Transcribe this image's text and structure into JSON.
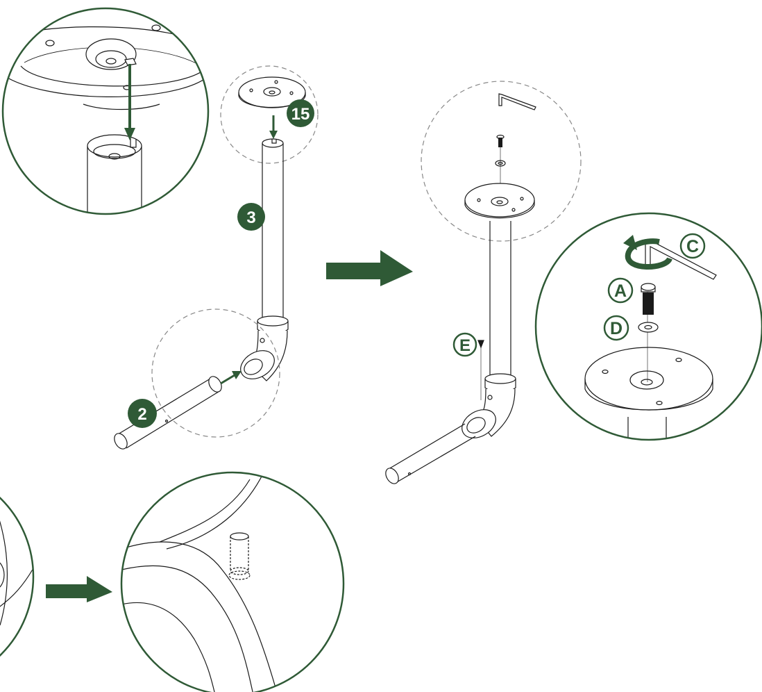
{
  "colors": {
    "accent": "#2f5a36",
    "line": "#1a1a1a",
    "dashed": "#888888",
    "paper": "#ffffff"
  },
  "callouts": {
    "part_2": "2",
    "part_3": "3",
    "part_15": "15"
  },
  "letters": {
    "a": "A",
    "c": "C",
    "d": "D",
    "e": "E"
  }
}
